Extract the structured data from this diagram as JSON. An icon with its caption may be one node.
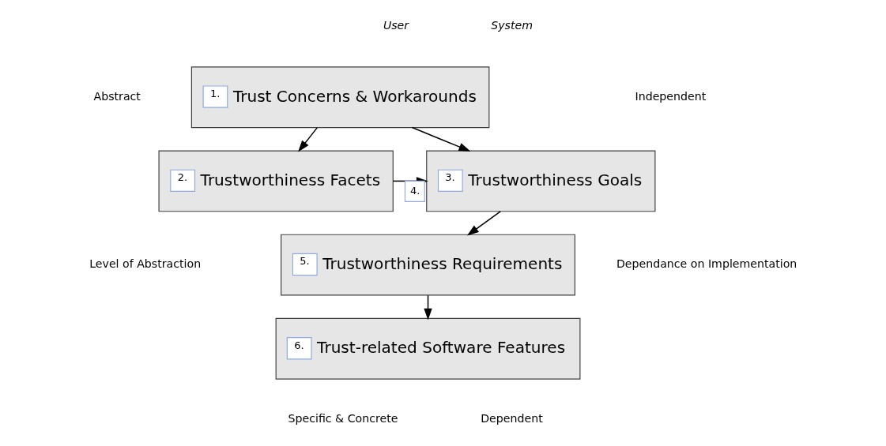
{
  "diagram": {
    "nodes": [
      {
        "text": [
          "1.",
          "Trust Concerns & Workarounds"
        ]
      },
      {
        "text": [
          "2.",
          "Trustworthiness Facets"
        ]
      },
      {
        "text": [
          "3.",
          "Trustworthiness Goals"
        ]
      },
      {
        "text": [
          "5.",
          "Trustworthiness Requirements"
        ]
      },
      {
        "text": [
          "6.",
          "Trust-related Software Features"
        ]
      }
    ],
    "edges": [
      {
        "from": 0,
        "to": 2,
        "arrow": "to"
      },
      {
        "from": 0,
        "to": 1,
        "arrow": "to"
      },
      {
        "from": 1,
        "to": 2,
        "arrow": "to",
        "label": "4."
      },
      {
        "from": 2,
        "to": 3,
        "arrow": "to"
      },
      {
        "from": 3,
        "to": 4,
        "arrow": "to"
      }
    ],
    "labels": [
      "User",
      "System",
      "Abstract",
      "Level of Abstraction",
      "Specific & Concrete",
      "Independent",
      "Dependance on Implementation",
      "Dependent"
    ]
  }
}
